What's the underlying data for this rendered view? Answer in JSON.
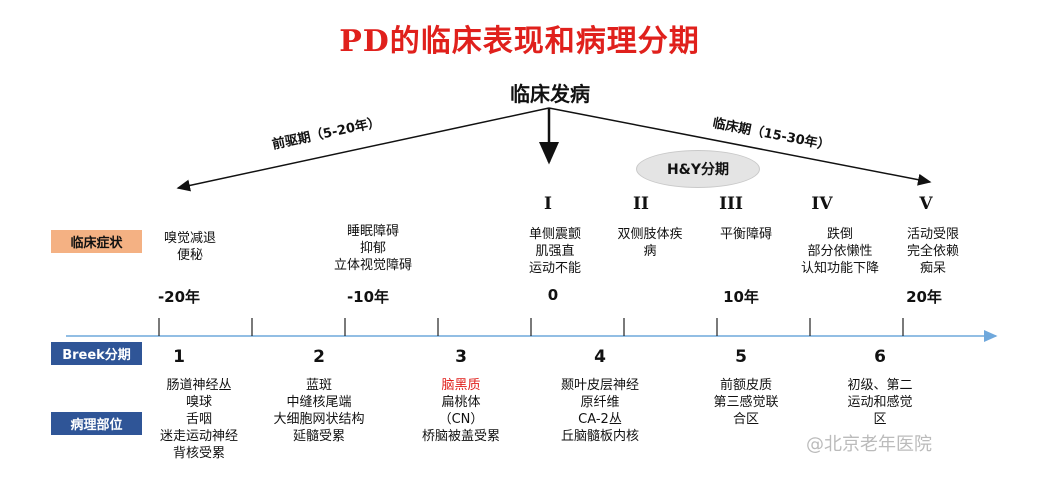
{
  "title": "PD的临床表现和病理分期",
  "onset": "临床发病",
  "prodromal": "前驱期（5-20年）",
  "clinical_phase": "临床期（15-30年）",
  "hy": "H&Y分期",
  "hy_stages": [
    "I",
    "II",
    "III",
    "IV",
    "V"
  ],
  "labels": {
    "clinical": "临床症状",
    "breek": "Breek分期",
    "pathology": "病理部位"
  },
  "symptoms": [
    "嗅觉减退\n便秘",
    "睡眠障碍\n抑郁\n立体视觉障碍",
    "单侧震颤\n肌强直\n运动不能",
    "双侧肢体疾\n病",
    "平衡障碍",
    "跌倒\n部分依懒性\n认知功能下降",
    "活动受限\n完全依赖\n痴呆"
  ],
  "years": [
    "-20年",
    "-10年",
    "0",
    "10年",
    "20年"
  ],
  "stages": [
    "1",
    "2",
    "3",
    "4",
    "5",
    "6"
  ],
  "sites": [
    [
      "肠道神经丛",
      "嗅球",
      "舌咽",
      "迷走运动神经",
      "背核受累"
    ],
    [
      "蓝斑",
      "中缝核尾端",
      "大细胞网状结构",
      "延髓受累"
    ],
    [
      "脑黑质",
      "扁桃体",
      "（CN）",
      "桥脑被盖受累"
    ],
    [
      "颞叶皮层神经",
      "原纤维",
      "CA-2丛",
      "丘脑髓板内核"
    ],
    [
      "前额皮质",
      "第三感觉联",
      "合区"
    ],
    [
      "初级、第二",
      "运动和感觉",
      "区"
    ]
  ],
  "watermark": "@北京老年医院",
  "colors": {
    "title": "#e0201c",
    "clinical_box": "#f4b183",
    "blue_box": "#2f5597",
    "axis": "#6fa8dc",
    "highlight": "#e0201c"
  }
}
